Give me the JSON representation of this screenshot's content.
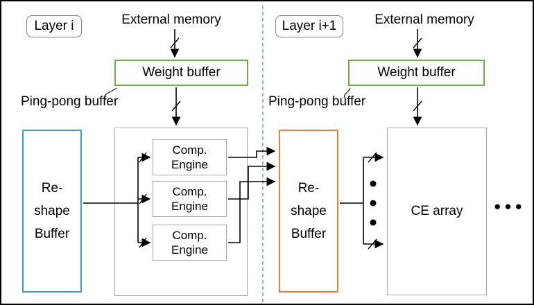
{
  "colors": {
    "weight_buffer_border": "#70AD47",
    "reshape_left_border": "#3B9DC4",
    "reshape_right_border": "#ED7D31",
    "gray_border": "#A6A6A6",
    "divider": "#5B9BD5",
    "line": "#000000"
  },
  "left": {
    "layer_label": "Layer i",
    "external_memory": "External memory",
    "weight_buffer": "Weight buffer",
    "ping_pong": "Ping-pong buffer",
    "reshape_buffer": "Re-\nshape\nBuffer",
    "comp_engines": [
      "Comp.\nEngine",
      "Comp.\nEngine",
      "Comp.\nEngine"
    ]
  },
  "right": {
    "layer_label": "Layer i+1",
    "external_memory": "External memory",
    "weight_buffer": "Weight buffer",
    "ping_pong": "Ping-pong buffer",
    "reshape_buffer": "Re-\nshape\nBuffer",
    "ce_array": "CE array",
    "more_layers_ellipsis": "●●●"
  }
}
